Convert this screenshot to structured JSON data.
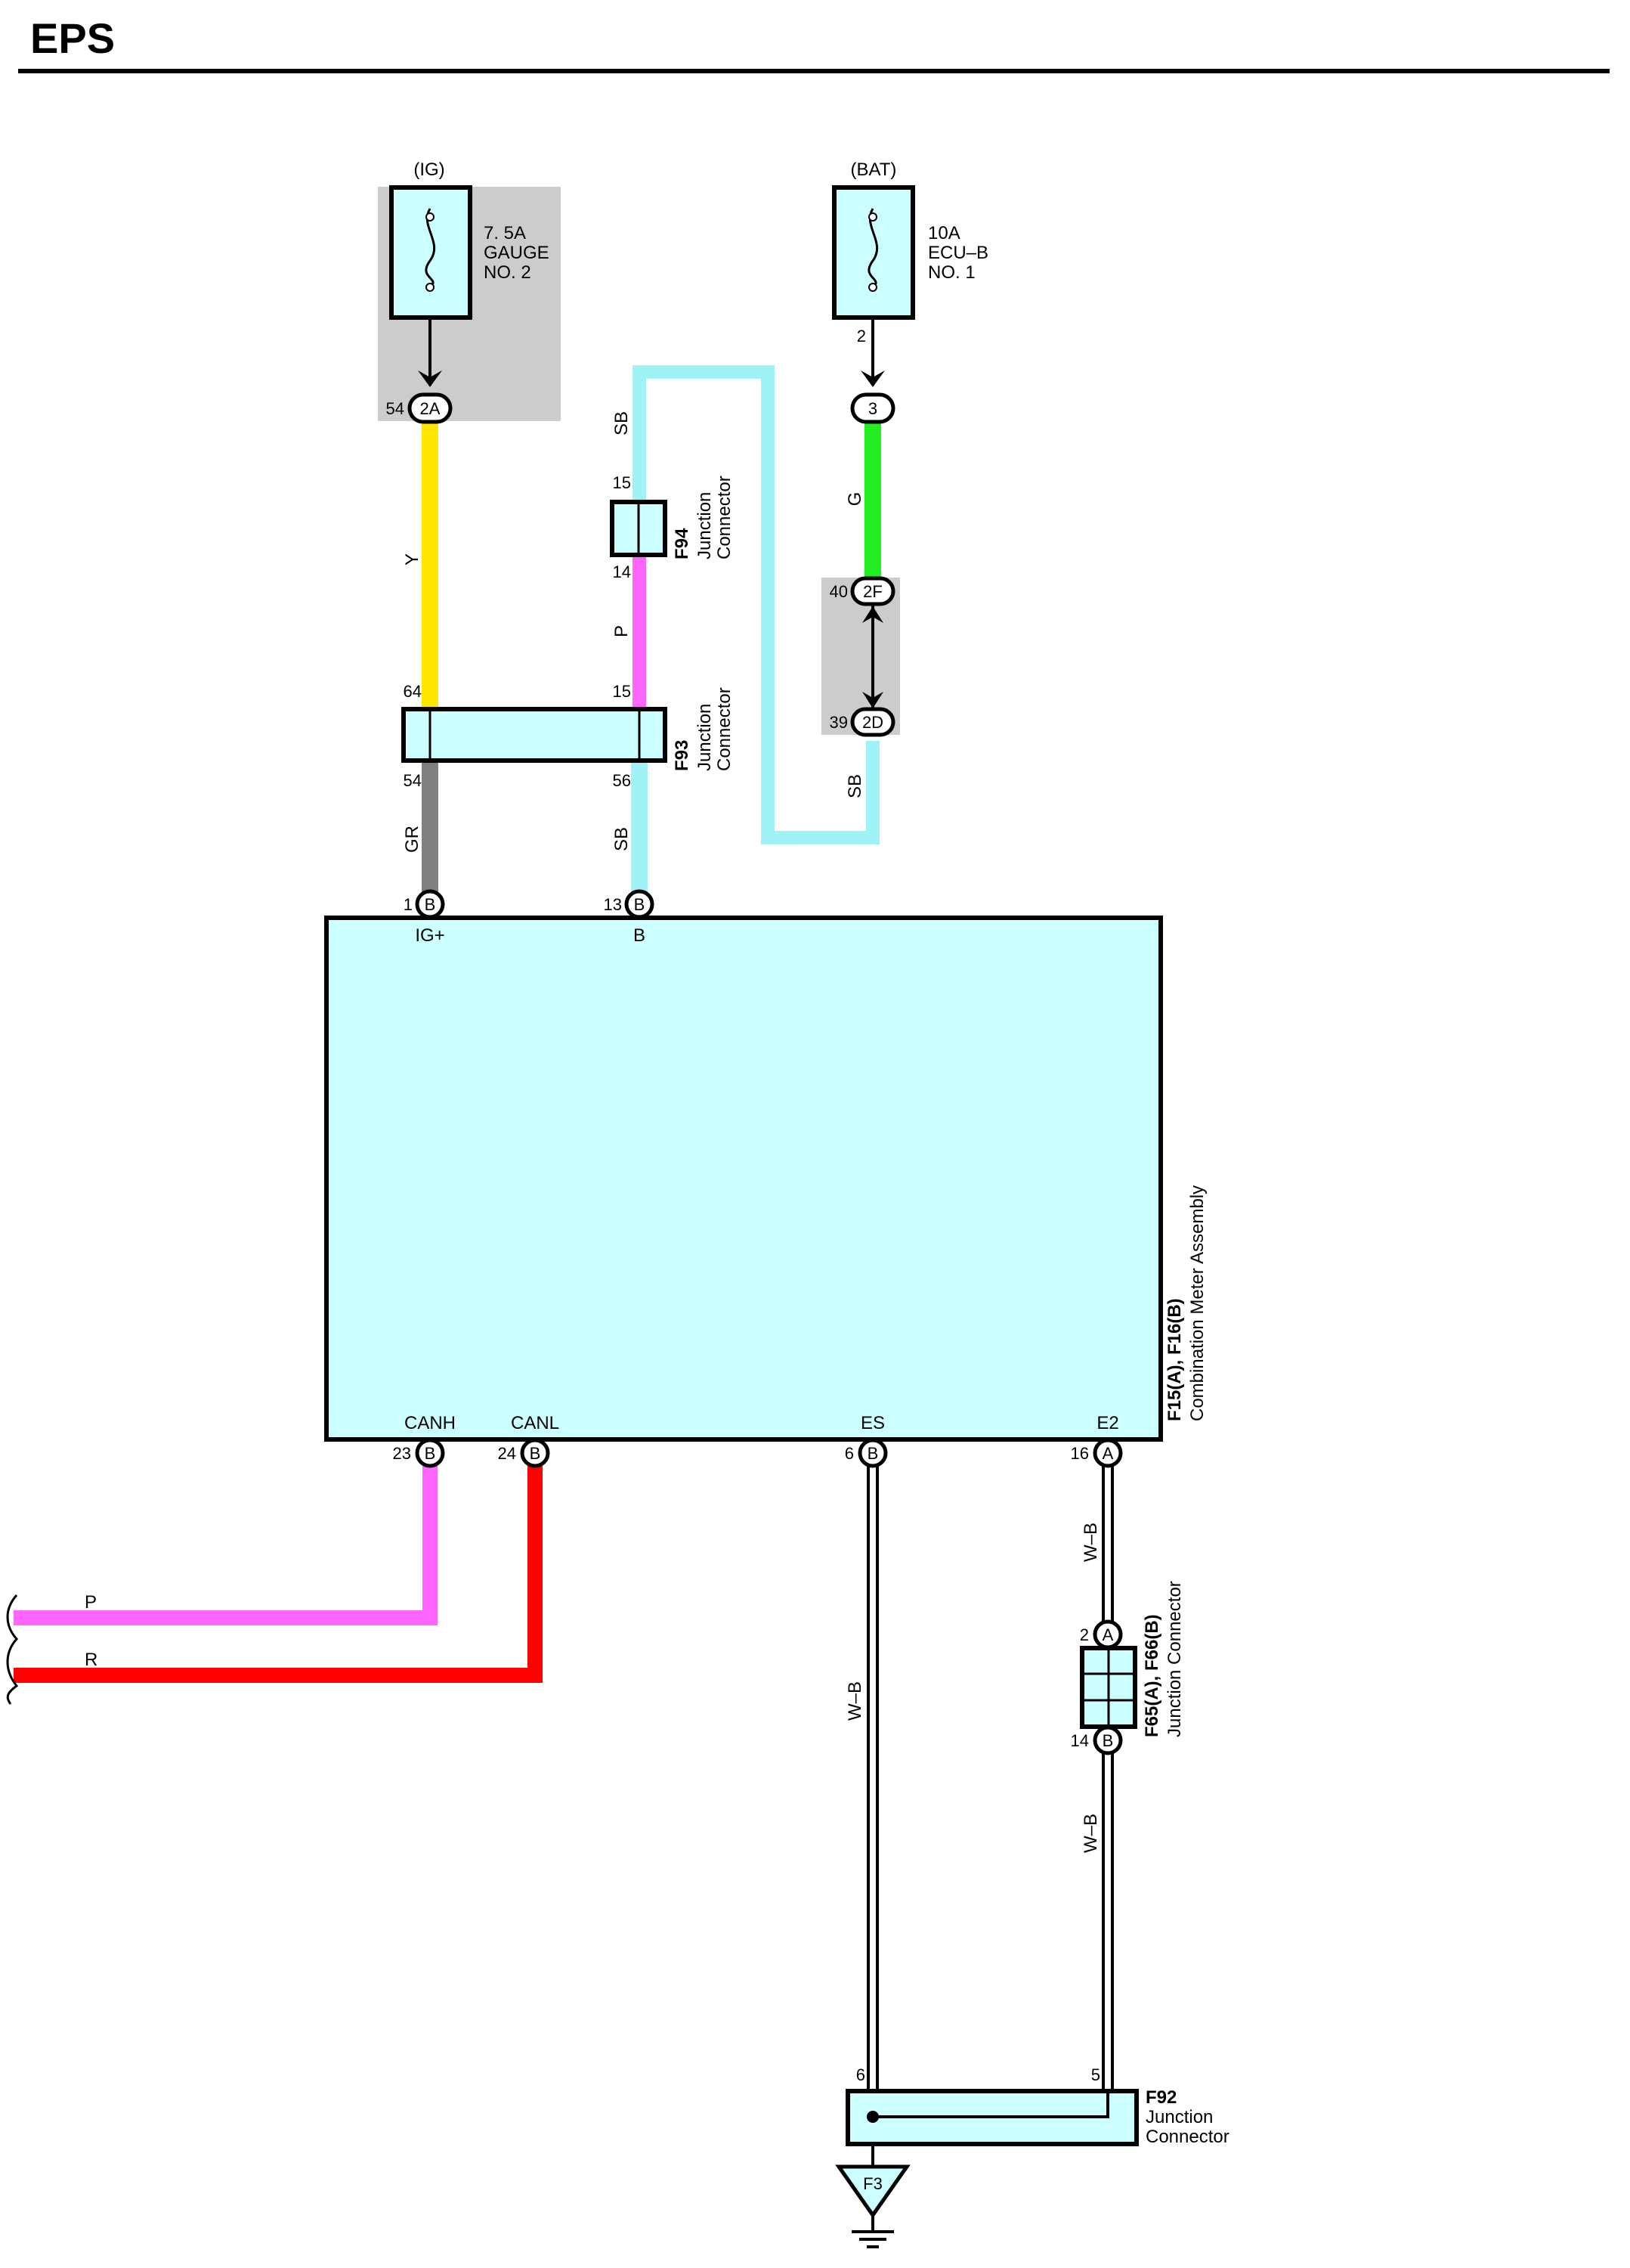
{
  "title": "EPS",
  "power": {
    "ig": {
      "source_label": "(IG)",
      "fuse": [
        "7. 5A",
        "GAUGE",
        "NO. 2"
      ],
      "connector_code": "2A",
      "connector_pin": "54"
    },
    "bat": {
      "source_label": "(BAT)",
      "fuse": [
        "10A",
        "ECU–B",
        "NO. 1"
      ],
      "fuse_pin": "2",
      "connector_code": "3"
    }
  },
  "wire_colors": {
    "Y": "#ffe600",
    "SB": "#9ff3f6",
    "P": "#ff66ff",
    "G": "#22ee22",
    "GR": "#808080",
    "R": "#ff0000",
    "W-B": "#ffffff"
  },
  "wires": {
    "ig_feed": "Y",
    "sb_top": "SB",
    "f94_to_f93": "P",
    "bat_feed": "G",
    "sb_lower": "SB",
    "ig_plus": "GR",
    "b_feed": "SB",
    "left_p": "P",
    "left_r": "R",
    "es_ground": "W–B",
    "e2_upper": "W–B",
    "e2_lower": "W–B"
  },
  "junction_connectors": {
    "f94": {
      "name": "F94",
      "desc": [
        "Junction",
        "Connector"
      ],
      "pin_top": "15",
      "pin_bottom": "14"
    },
    "f93": {
      "name": "F93",
      "desc": [
        "Junction",
        "Connector"
      ],
      "pin_in_left": "64",
      "pin_in_right": "15",
      "pin_out_left": "54",
      "pin_out_right": "56"
    },
    "inline_2f_2d": {
      "top_code": "2F",
      "top_pin": "40",
      "bottom_code": "2D",
      "bottom_pin": "39"
    },
    "f65_f66": {
      "name": "F65(A), F66(B)",
      "desc": "Junction Connector",
      "top_code": "A",
      "top_pin": "2",
      "bottom_code": "B",
      "bottom_pin": "14"
    },
    "f92": {
      "name": "F92",
      "desc": [
        "Junction",
        "Connector"
      ],
      "pin_left": "6",
      "pin_right": "5"
    }
  },
  "meter": {
    "name": "F15(A), F16(B)",
    "desc": "Combination Meter Assembly",
    "terminals": {
      "ig_plus": {
        "label": "IG+",
        "pin": "1",
        "code": "B"
      },
      "b": {
        "label": "B",
        "pin": "13",
        "code": "B"
      },
      "canh": {
        "label": "CANH",
        "pin": "23",
        "code": "B"
      },
      "canl": {
        "label": "CANL",
        "pin": "24",
        "code": "B"
      },
      "es": {
        "label": "ES",
        "pin": "6",
        "code": "B"
      },
      "e2": {
        "label": "E2",
        "pin": "16",
        "code": "A"
      }
    }
  },
  "ground": {
    "code": "F3"
  }
}
